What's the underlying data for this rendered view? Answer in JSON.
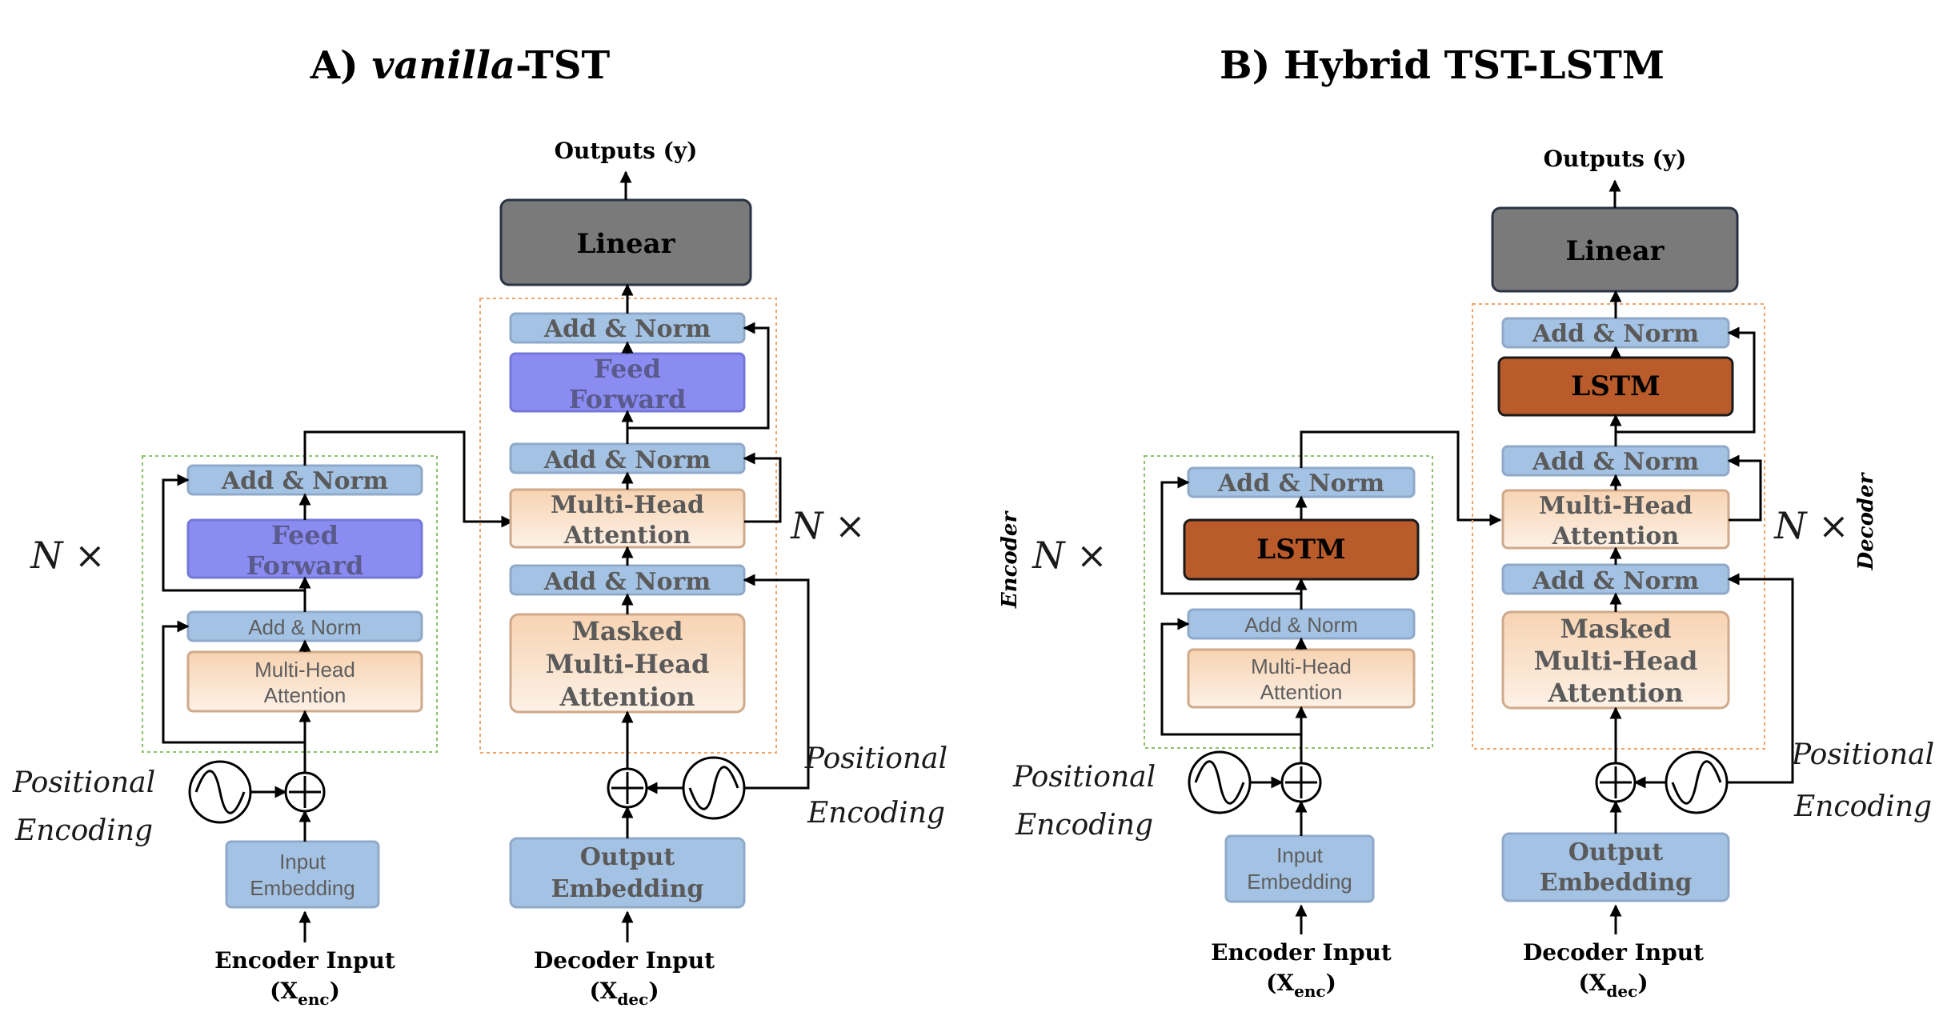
{
  "panels": [
    {
      "id": "a",
      "title_prefix": "A) ",
      "title_italic": "vanilla",
      "title_suffix": "-TST",
      "outputs": "Outputs (y)",
      "linear": "Linear",
      "encoder": {
        "add_norm_top": "Add & Norm",
        "feed_forward_1": "Feed",
        "feed_forward_2": "Forward",
        "add_norm_bottom": "Add & Norm",
        "attention_1": "Multi-Head",
        "attention_2": "Attention",
        "input_embedding_1": "Input",
        "input_embedding_2": "Embedding",
        "input_label": "Encoder Input",
        "input_sym": "(X",
        "input_sub": "enc",
        "input_close": ")"
      },
      "decoder": {
        "add_norm_top": "Add & Norm",
        "feed_forward_1": "Feed",
        "feed_forward_2": "Forward",
        "add_norm_mid": "Add & Norm",
        "attention_1": "Multi-Head",
        "attention_2": "Attention",
        "add_norm_bottom": "Add & Norm",
        "masked_1": "Masked",
        "masked_2": "Multi-Head",
        "masked_3": "Attention",
        "output_embedding_1": "Output",
        "output_embedding_2": "Embedding",
        "input_label": "Decoder Input",
        "input_sym": "(X",
        "input_sub": "dec",
        "input_close": ")"
      },
      "nx_left": "N ×",
      "nx_right": "N ×",
      "pos_enc_left_1": "Positional",
      "pos_enc_left_2": "Encoding",
      "pos_enc_right_1": "Positional",
      "pos_enc_right_2": "Encoding"
    },
    {
      "id": "b",
      "title": "B) Hybrid TST-LSTM",
      "outputs": "Outputs (y)",
      "linear": "Linear",
      "encoder": {
        "add_norm_top": "Add & Norm",
        "lstm": "LSTM",
        "add_norm_bottom": "Add & Norm",
        "attention_1": "Multi-Head",
        "attention_2": "Attention",
        "input_embedding_1": "Input",
        "input_embedding_2": "Embedding",
        "input_label": "Encoder Input",
        "input_sym": "(X",
        "input_sub": "enc",
        "input_close": ")"
      },
      "decoder": {
        "add_norm_top": "Add & Norm",
        "lstm": "LSTM",
        "add_norm_mid": "Add & Norm",
        "attention_1": "Multi-Head",
        "attention_2": "Attention",
        "add_norm_bottom": "Add & Norm",
        "masked_1": "Masked",
        "masked_2": "Multi-Head",
        "masked_3": "Attention",
        "output_embedding_1": "Output",
        "output_embedding_2": "Embedding",
        "input_label": "Decoder Input",
        "input_sym": "(X",
        "input_sub": "dec",
        "input_close": ")"
      },
      "nx_left": "N ×",
      "nx_right": "N ×",
      "encoder_tag": "Encoder",
      "decoder_tag": "Decoder",
      "pos_enc_left_1": "Positional",
      "pos_enc_left_2": "Encoding",
      "pos_enc_right_1": "Positional",
      "pos_enc_right_2": "Encoding"
    }
  ],
  "colors": {
    "add_norm": "#a4c2e4",
    "attention": "#f8dcc4",
    "feed_forward": "#8a8cf2",
    "lstm": "#b95b2a",
    "linear": "#7a7a7a",
    "encoder_frame": "#8cc06a",
    "decoder_frame": "#f0a468"
  },
  "icons": [
    "sine-wave-icon",
    "plus-circle-icon",
    "arrow-icon"
  ]
}
